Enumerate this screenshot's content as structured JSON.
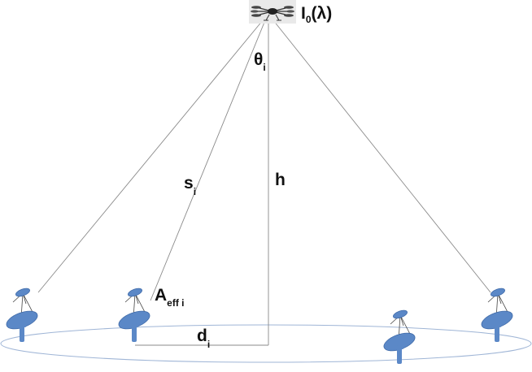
{
  "labels": {
    "source_main": "I",
    "source_sub": "0",
    "source_suffix": "(λ)",
    "theta_main": "θ",
    "theta_sub": "i",
    "s_main": "s",
    "s_sub": "i",
    "h": "h",
    "aeff_main": "A",
    "aeff_sub": "eff i",
    "d_main": "d",
    "d_sub": "i"
  },
  "icons": {
    "source": "drone-icon",
    "receiver": "satellite-dish-icon"
  },
  "colors": {
    "dish": "#5b88c7",
    "dish_edge": "#3f6aa8",
    "ring": "#9fb5d6",
    "lines": "#8a8a8a",
    "text": "#111111"
  }
}
